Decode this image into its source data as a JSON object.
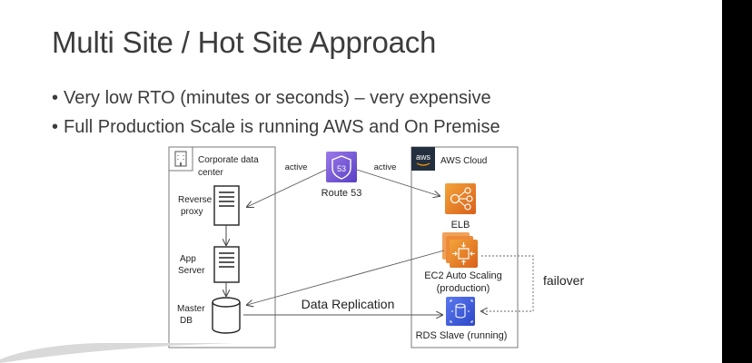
{
  "slide": {
    "title": "Multi Site / Hot Site Approach",
    "bullets": [
      "Very low RTO (minutes or seconds) – very expensive",
      "Full Production Scale is running AWS and On Premise"
    ]
  },
  "diagram": {
    "corporate": {
      "label_line1": "Corporate data",
      "label_line2": "center",
      "icon": "building-icon",
      "reverse_proxy_line1": "Reverse",
      "reverse_proxy_line2": "proxy",
      "app_server_line1": "App",
      "app_server_line2": "Server",
      "master_db_line1": "Master",
      "master_db_line2": "DB"
    },
    "route53": {
      "label": "Route 53",
      "badge": "53",
      "left_link": "active",
      "right_link": "active"
    },
    "aws": {
      "label": "AWS Cloud",
      "logo": "aws",
      "elb": "ELB",
      "ec2_line1": "EC2 Auto Scaling",
      "ec2_line2": "(production)",
      "rds": "RDS Slave (running)"
    },
    "data_replication": "Data Replication",
    "failover": "failover"
  },
  "colors": {
    "aws_orange": "#e8761f",
    "route53_purple": "#6f4ed3",
    "rds_blue": "#3a5bd8",
    "text": "#3c3c3c"
  }
}
